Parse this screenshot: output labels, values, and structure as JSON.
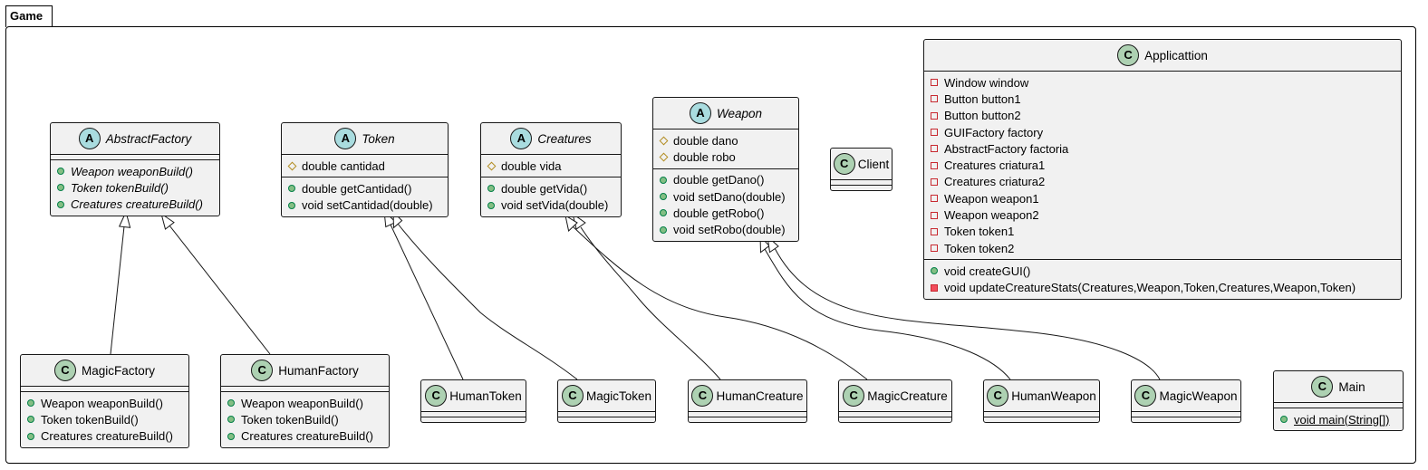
{
  "package": {
    "name": "Game"
  },
  "classes": {
    "abstract_factory": {
      "stereotype": "A",
      "name": "AbstractFactory",
      "fields": [],
      "methods": [
        "Weapon weaponBuild()",
        "Token tokenBuild()",
        "Creatures creatureBuild()"
      ]
    },
    "token": {
      "stereotype": "A",
      "name": "Token",
      "fields": [
        "double cantidad"
      ],
      "methods": [
        "double getCantidad()",
        "void setCantidad(double)"
      ]
    },
    "creatures": {
      "stereotype": "A",
      "name": "Creatures",
      "fields": [
        "double vida"
      ],
      "methods": [
        "double getVida()",
        "void setVida(double)"
      ]
    },
    "weapon": {
      "stereotype": "A",
      "name": "Weapon",
      "fields": [
        "double dano",
        "double robo"
      ],
      "methods": [
        "double getDano()",
        "void setDano(double)",
        "double getRobo()",
        "void setRobo(double)"
      ]
    },
    "client": {
      "stereotype": "C",
      "name": "Client"
    },
    "applicattion": {
      "stereotype": "C",
      "name": "Applicattion",
      "fields": [
        "Window window",
        "Button button1",
        "Button button2",
        "GUIFactory factory",
        "AbstractFactory factoria",
        "Creatures criatura1",
        "Creatures criatura2",
        "Weapon weapon1",
        "Weapon weapon2",
        "Token token1",
        "Token token2"
      ],
      "methods": [
        "void createGUI()",
        "void updateCreatureStats(Creatures,Weapon,Token,Creatures,Weapon,Token)"
      ]
    },
    "magic_factory": {
      "stereotype": "C",
      "name": "MagicFactory",
      "methods": [
        "Weapon weaponBuild()",
        "Token tokenBuild()",
        "Creatures creatureBuild()"
      ]
    },
    "human_factory": {
      "stereotype": "C",
      "name": "HumanFactory",
      "methods": [
        "Weapon weaponBuild()",
        "Token tokenBuild()",
        "Creatures creatureBuild()"
      ]
    },
    "human_token": {
      "stereotype": "C",
      "name": "HumanToken"
    },
    "magic_token": {
      "stereotype": "C",
      "name": "MagicToken"
    },
    "human_creature": {
      "stereotype": "C",
      "name": "HumanCreature"
    },
    "magic_creature": {
      "stereotype": "C",
      "name": "MagicCreature"
    },
    "human_weapon": {
      "stereotype": "C",
      "name": "HumanWeapon"
    },
    "magic_weapon": {
      "stereotype": "C",
      "name": "MagicWeapon"
    },
    "main": {
      "stereotype": "C",
      "name": "Main",
      "methods": [
        "void main(String[])"
      ]
    }
  },
  "relations": [
    {
      "type": "inheritance",
      "from": "MagicFactory",
      "to": "AbstractFactory"
    },
    {
      "type": "inheritance",
      "from": "HumanFactory",
      "to": "AbstractFactory"
    },
    {
      "type": "inheritance",
      "from": "HumanToken",
      "to": "Token"
    },
    {
      "type": "inheritance",
      "from": "MagicToken",
      "to": "Token"
    },
    {
      "type": "inheritance",
      "from": "HumanCreature",
      "to": "Creatures"
    },
    {
      "type": "inheritance",
      "from": "MagicCreature",
      "to": "Creatures"
    },
    {
      "type": "inheritance",
      "from": "HumanWeapon",
      "to": "Weapon"
    },
    {
      "type": "inheritance",
      "from": "MagicWeapon",
      "to": "Weapon"
    }
  ],
  "colors": {
    "class_fill": "#f1f1f1",
    "border": "#181818",
    "class_stereotype": "#add1b2",
    "abstract_stereotype": "#a9dcdf",
    "public": "#84be84",
    "protected": "#b38d22",
    "private": "#c82930"
  }
}
